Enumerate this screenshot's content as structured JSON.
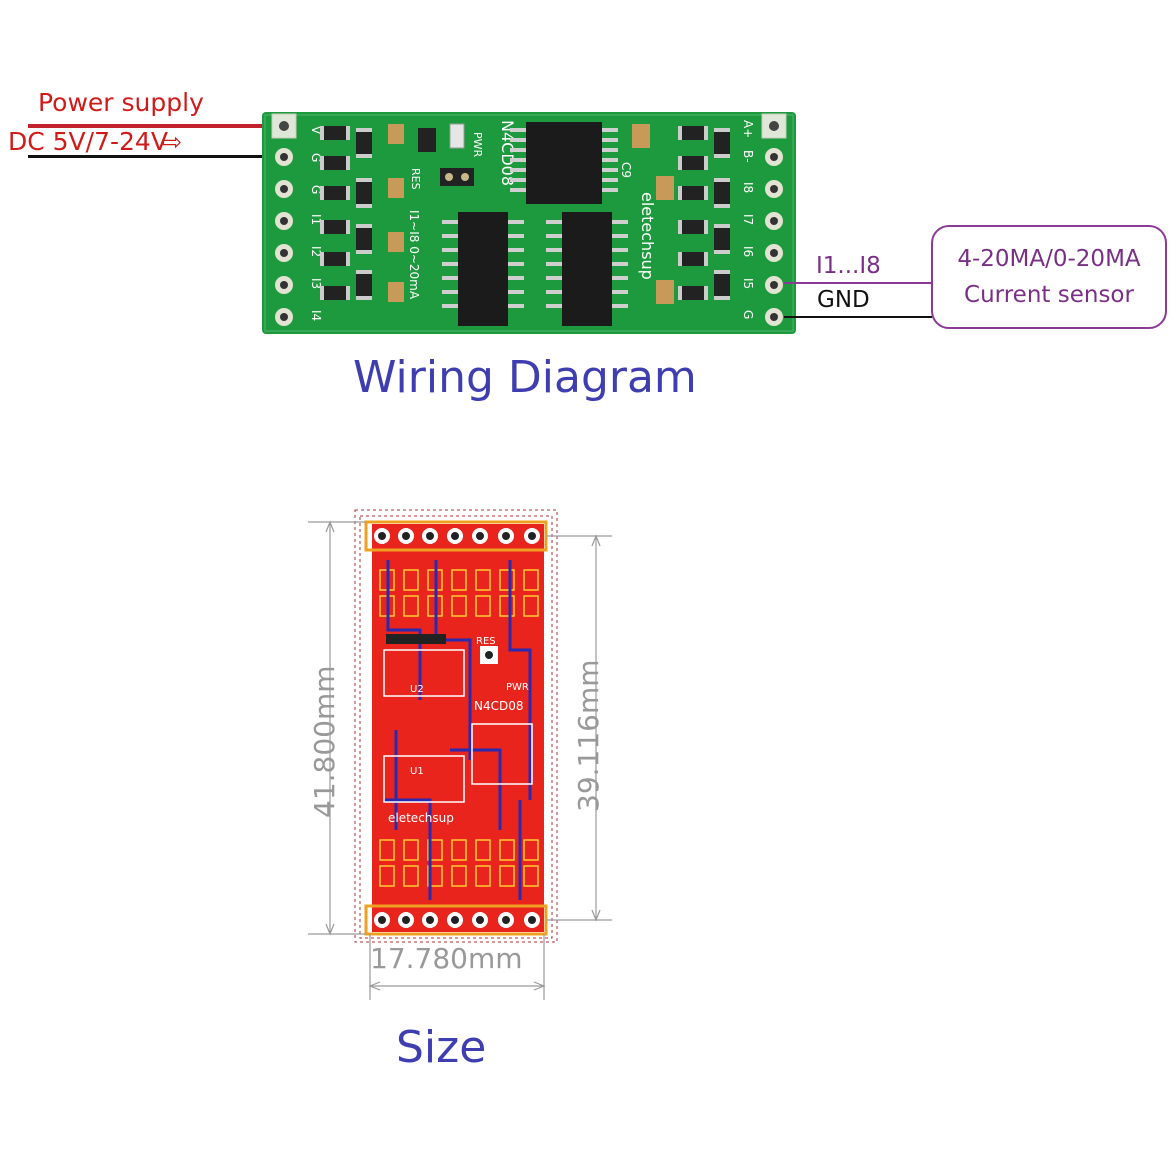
{
  "wiring": {
    "power_supply_label": "Power supply",
    "power_voltage_label": "DC 5V/7-24V",
    "signal_label": "I1...I8",
    "gnd_label": "GND",
    "sensor_line1": "4-20MA/0-20MA",
    "sensor_line2": "Current sensor",
    "heading": "Wiring Diagram"
  },
  "pcb": {
    "model": "N4CD08",
    "brand": "eletechsup",
    "pwr": "PWR",
    "res": "RES",
    "range": "I1~I8 0~20mA",
    "cap": "C9",
    "left_pins": [
      "V",
      "G",
      "G",
      "I1",
      "I2",
      "I3",
      "I4"
    ],
    "right_pins": [
      "A+",
      "B-",
      "I8",
      "I7",
      "I6",
      "I5",
      "G"
    ]
  },
  "size": {
    "heading": "Size",
    "height_label": "41.800mm",
    "inner_height_label": "39.116mm",
    "width_label": "17.780mm",
    "layout_model": "N4CD08",
    "layout_brand": "eletechsup",
    "layout_pwr": "PWR",
    "layout_res": "RES",
    "u1": "U1",
    "u2": "U2"
  },
  "colors": {
    "power_red": "#d11a1a",
    "signal_purple": "#7a2f86",
    "heading_blue": "#3e3eb0",
    "pcb_green": "#1e9a3e",
    "layout_red": "#e8241c"
  }
}
